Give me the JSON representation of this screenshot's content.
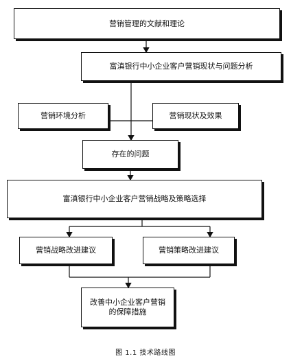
{
  "nodes": {
    "n1": "营销管理的文献和理论",
    "n2": "富滇银行中小企业客户营销现状与问题分析",
    "n3": "营销环境分析",
    "n4": "营销现状及效果",
    "n5": "存在的问题",
    "n6": "富滇银行中小企业客户营销战略及策略选择",
    "n7": "营销战略改进建议",
    "n8": "营销策略改进建议",
    "n9_line1": "改善中小企业客户营销",
    "n9_line2": "的保障措施"
  },
  "caption": "图 1.1  技术路线图"
}
